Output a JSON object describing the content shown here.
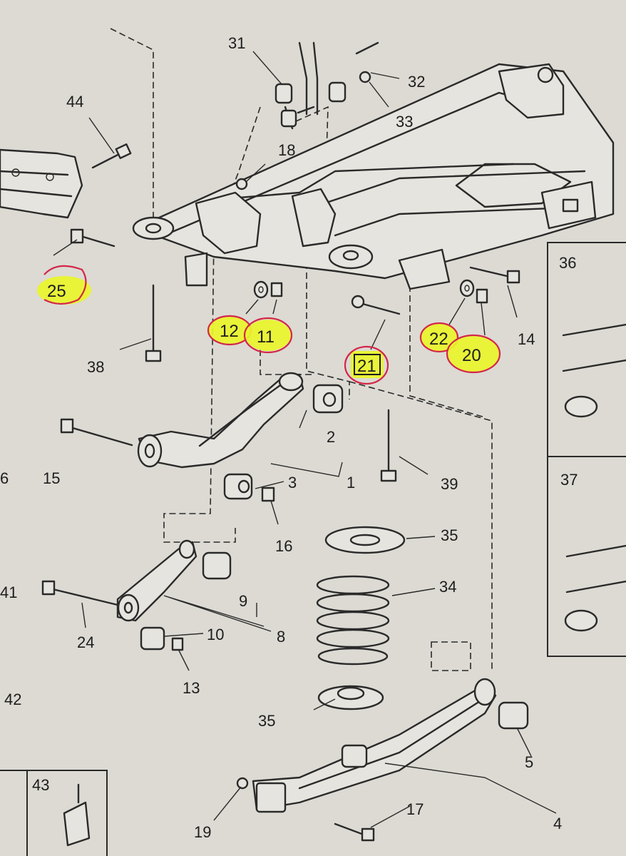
{
  "callouts": {
    "c1": "1",
    "c2": "2",
    "c3": "3",
    "c4": "4",
    "c5": "5",
    "c6": "6",
    "c8": "8",
    "c9": "9",
    "c10": "10",
    "c11": "11",
    "c12": "12",
    "c13": "13",
    "c14": "14",
    "c15": "15",
    "c16": "16",
    "c17": "17",
    "c18": "18",
    "c19": "19",
    "c20": "20",
    "c21": "21",
    "c22": "22",
    "c24": "24",
    "c25": "25",
    "c31": "31",
    "c32": "32",
    "c33": "33",
    "c34": "34",
    "c35a": "35",
    "c35b": "35",
    "c36": "36",
    "c37": "37",
    "c38": "38",
    "c39": "39",
    "c41": "41",
    "c42": "42",
    "c43": "43",
    "c44": "44"
  },
  "highlight_colors": {
    "marker": "#e9f52a",
    "ink_ring": "#d3264a",
    "paper": "#dcdad3",
    "line": "#2a2a2a"
  }
}
